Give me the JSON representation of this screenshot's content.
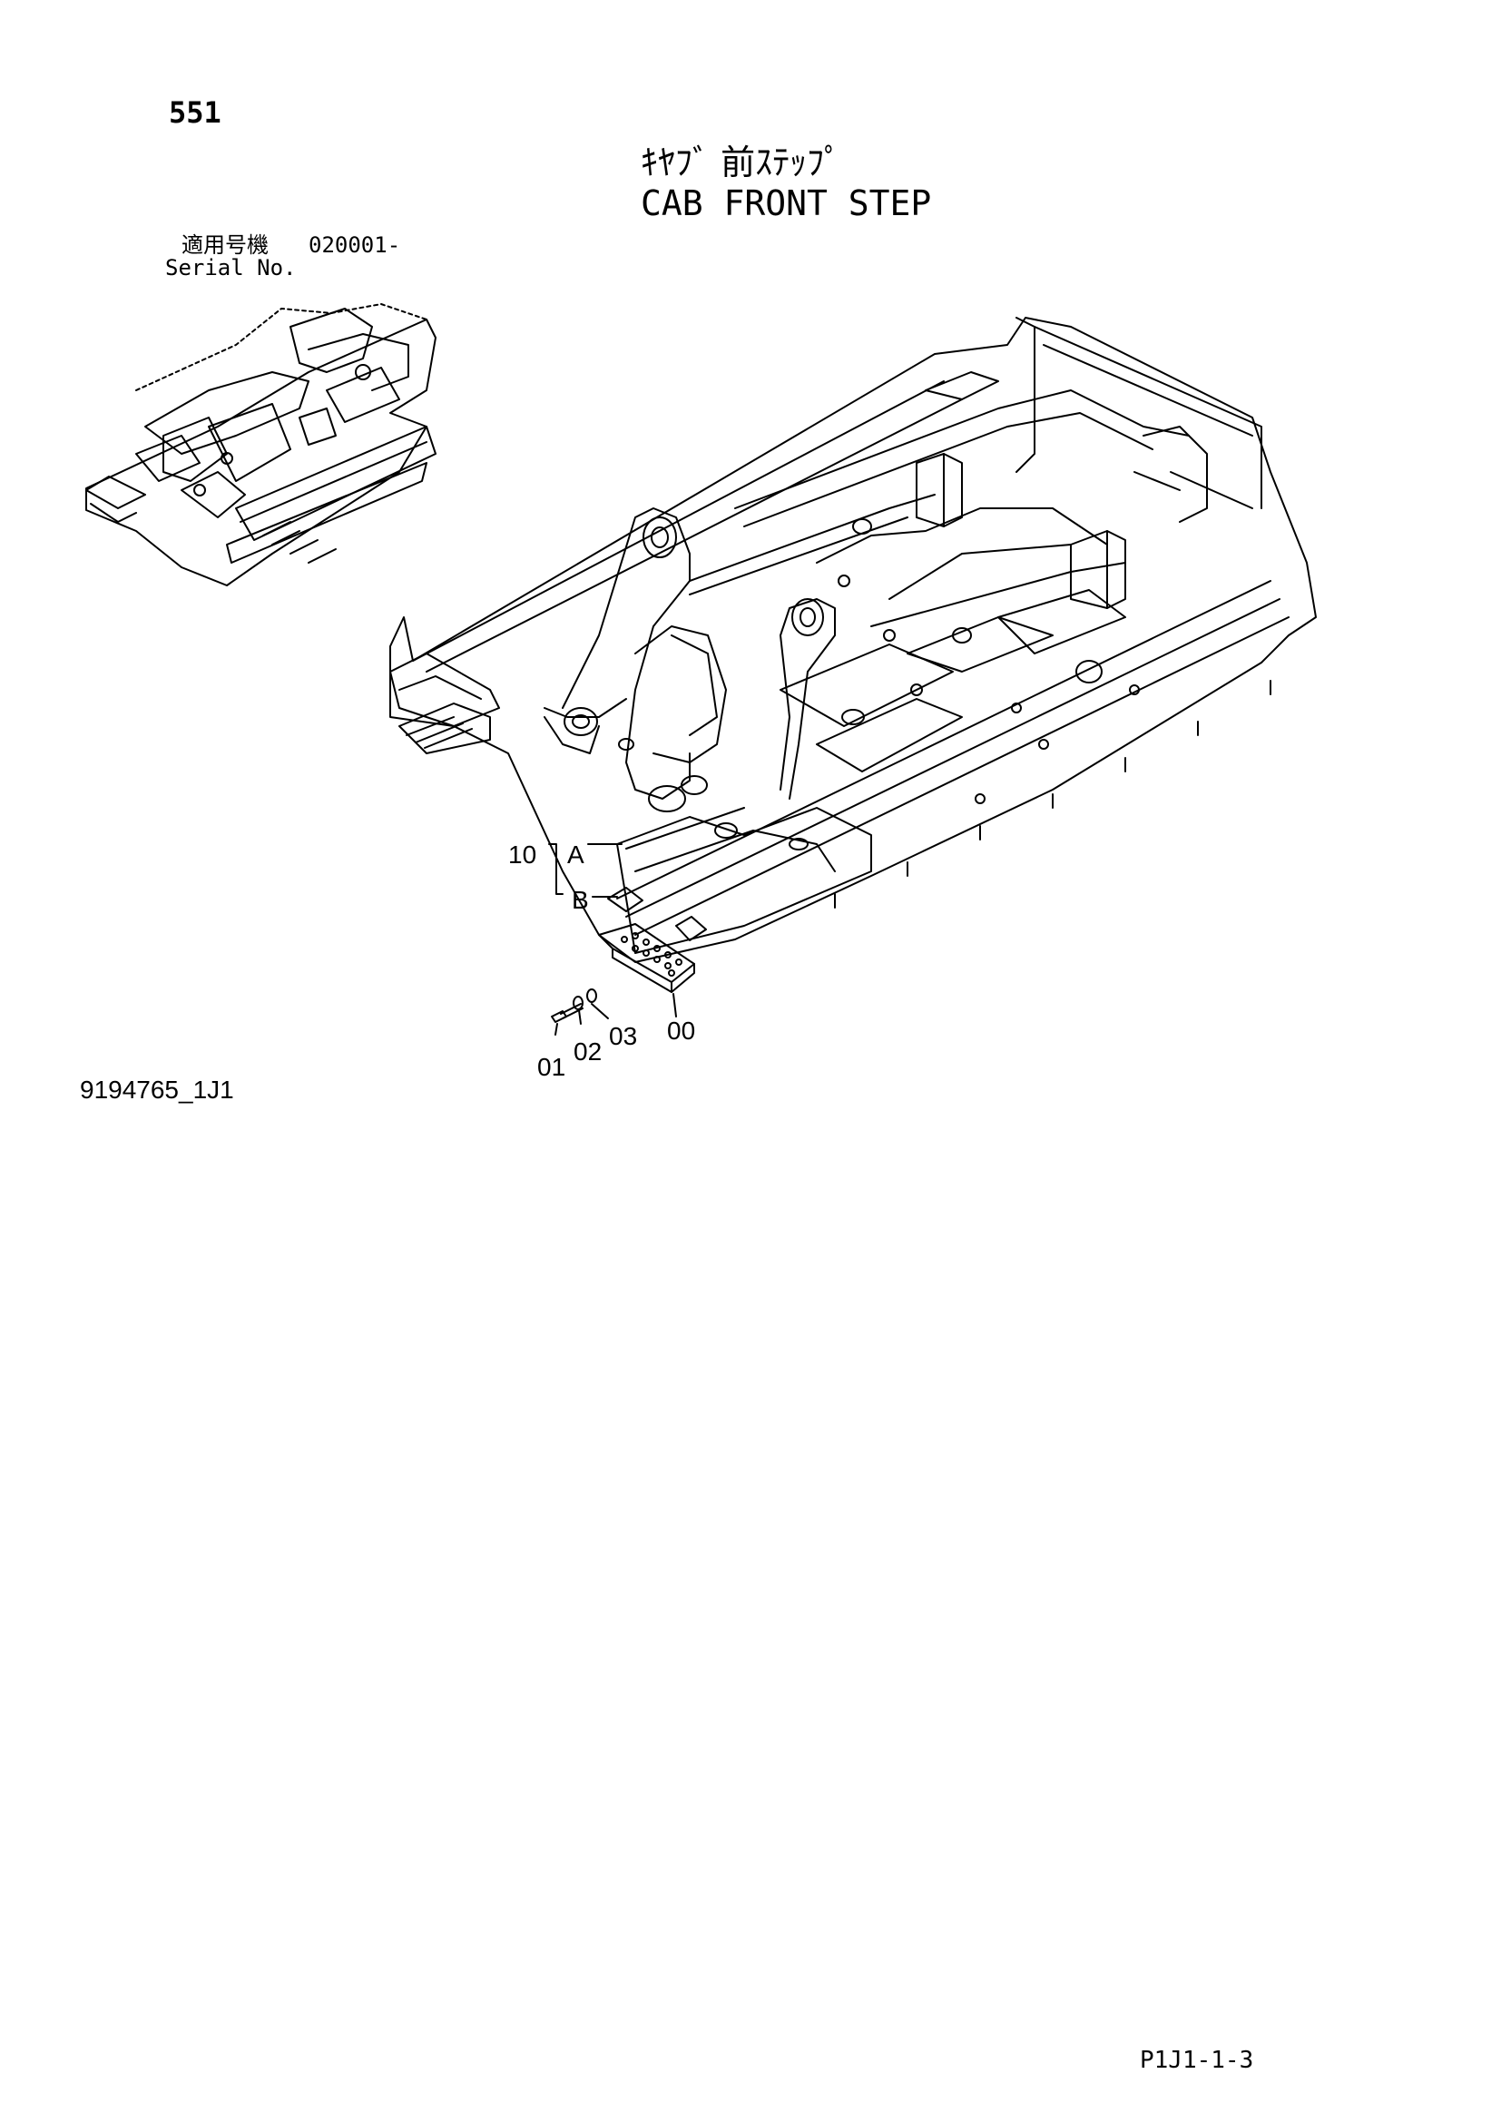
{
  "header": {
    "page_number": "551",
    "title_jp": "ｷﾔﾌﾞ 前ｽﾃｯﾌﾟ",
    "title_en": "CAB FRONT STEP",
    "serial_label_jp": "適用号機",
    "serial_value": "020001-",
    "serial_label_en": "Serial No."
  },
  "callouts": {
    "c10": "10",
    "cA": "A",
    "cB": "B",
    "c00": "00",
    "c01": "01",
    "c02": "02",
    "c03": "03"
  },
  "footer": {
    "figure_number": "9194765_1J1",
    "sheet_ref": "P1J1-1-3"
  }
}
